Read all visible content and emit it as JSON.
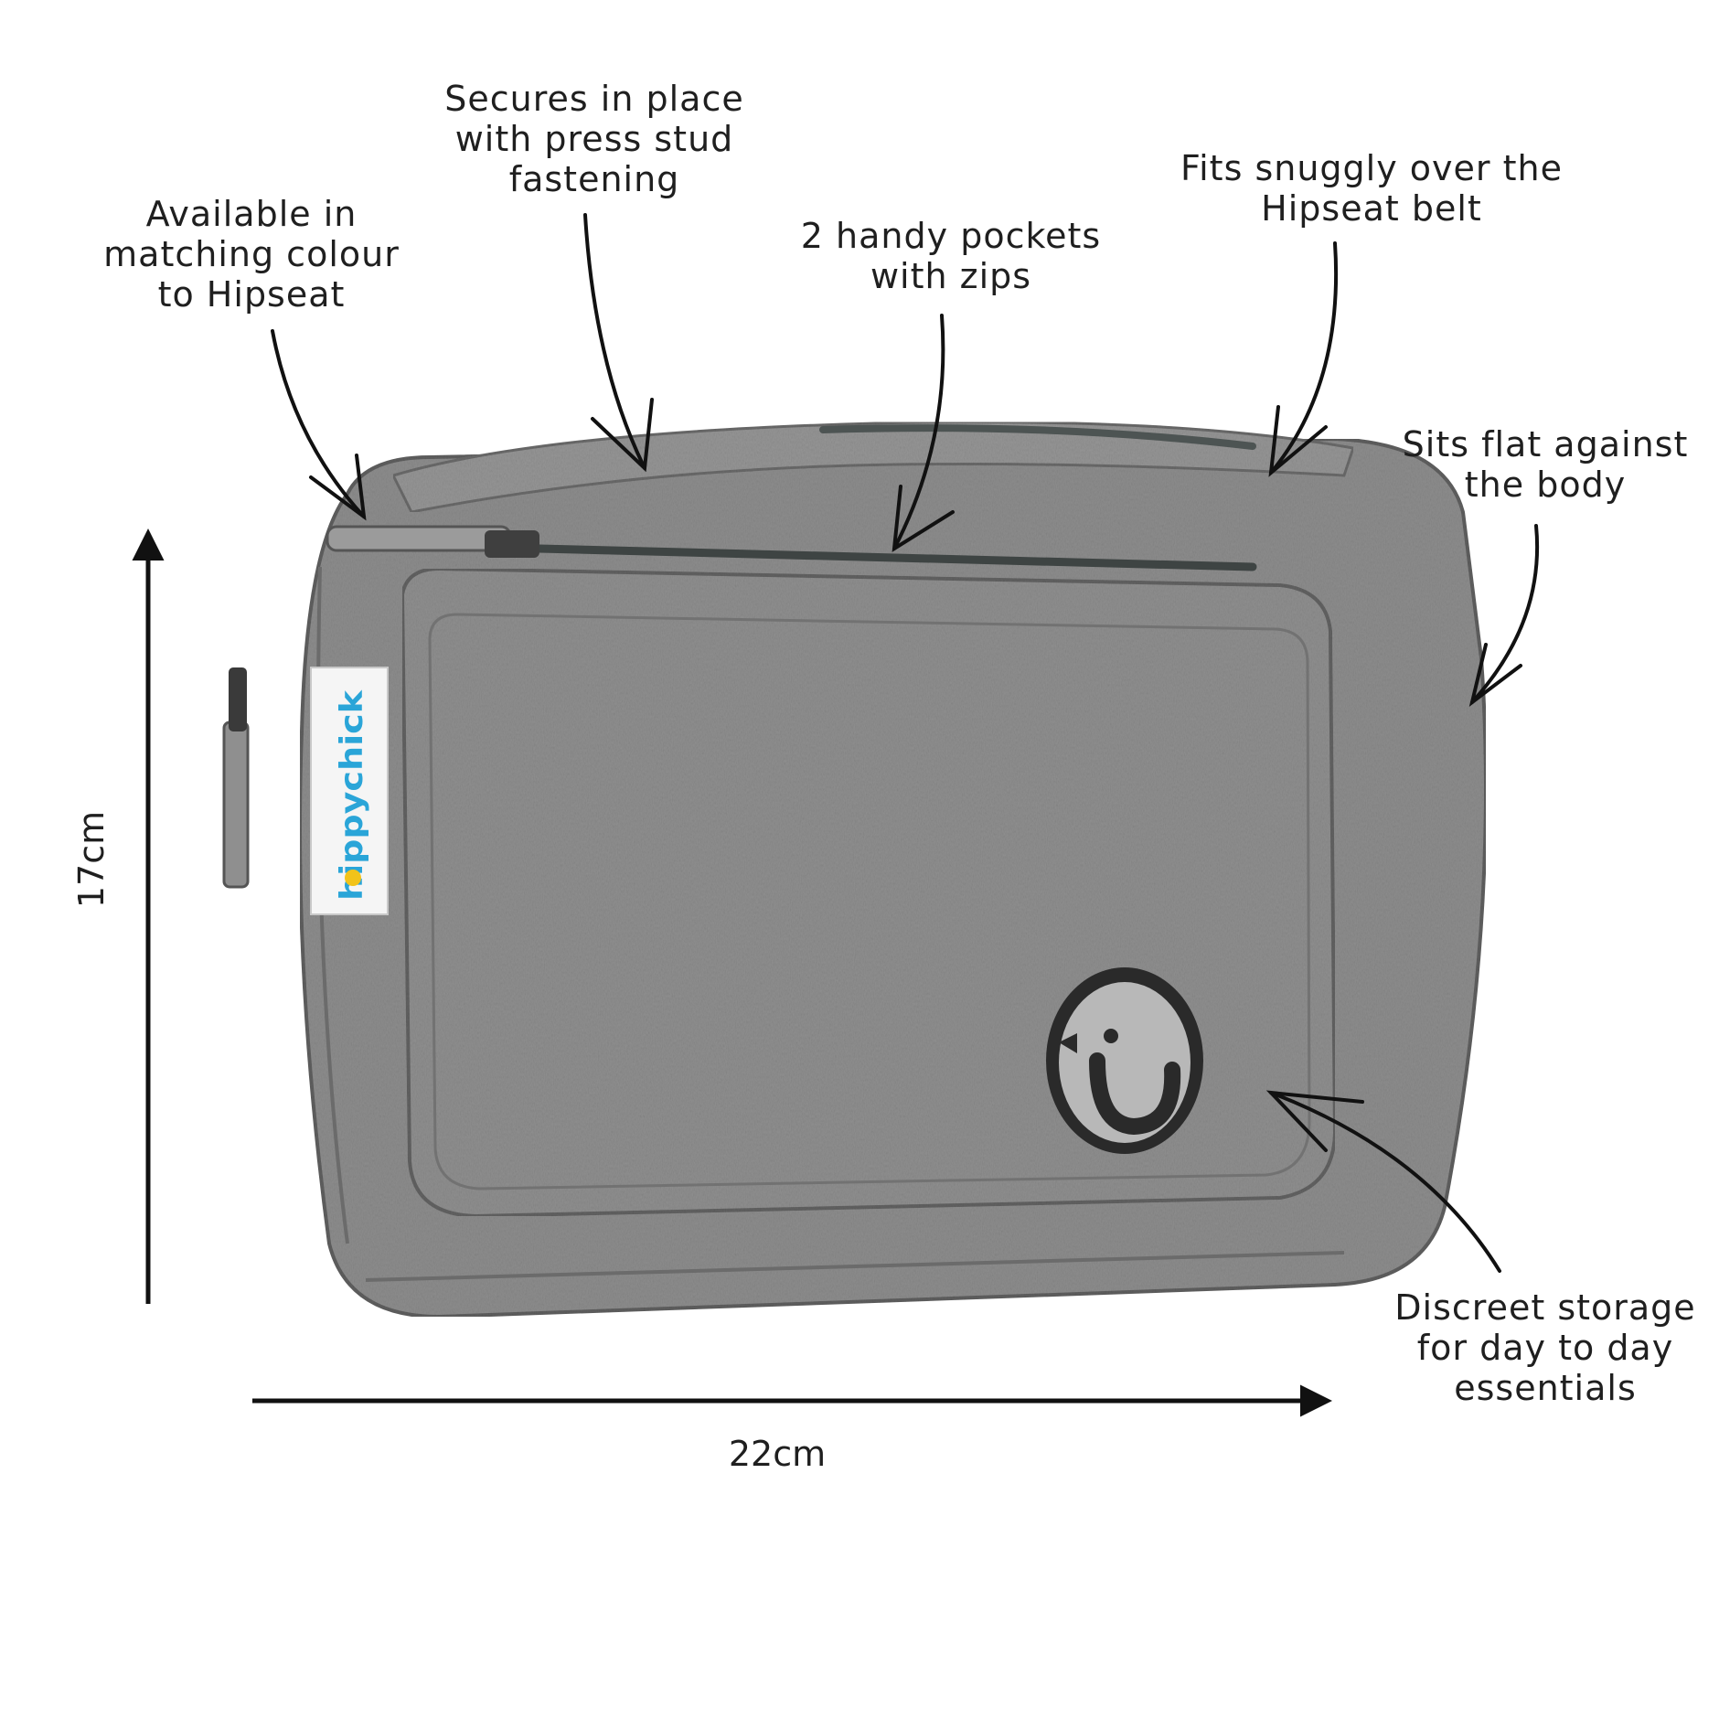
{
  "annotations": {
    "colour": "Available in\nmatching colour\nto Hipseat",
    "stud": "Secures in place\nwith press stud\nfastening",
    "pockets": "2 handy pockets\nwith zips",
    "belt": "Fits snuggly over the\nHipseat belt",
    "flat": "Sits flat against\nthe body",
    "storage": "Discreet storage\nfor day to day\nessentials"
  },
  "dimensions": {
    "height": "17cm",
    "width": "22cm"
  },
  "brand_tag": "hippychick",
  "colors": {
    "bag": "#8c8c8c",
    "bag_dark": "#6e6e6e",
    "text": "#1f1f1f",
    "brand": "#2aa5d8"
  },
  "icons": [
    "chick-logo-patch",
    "zipper-pull"
  ]
}
